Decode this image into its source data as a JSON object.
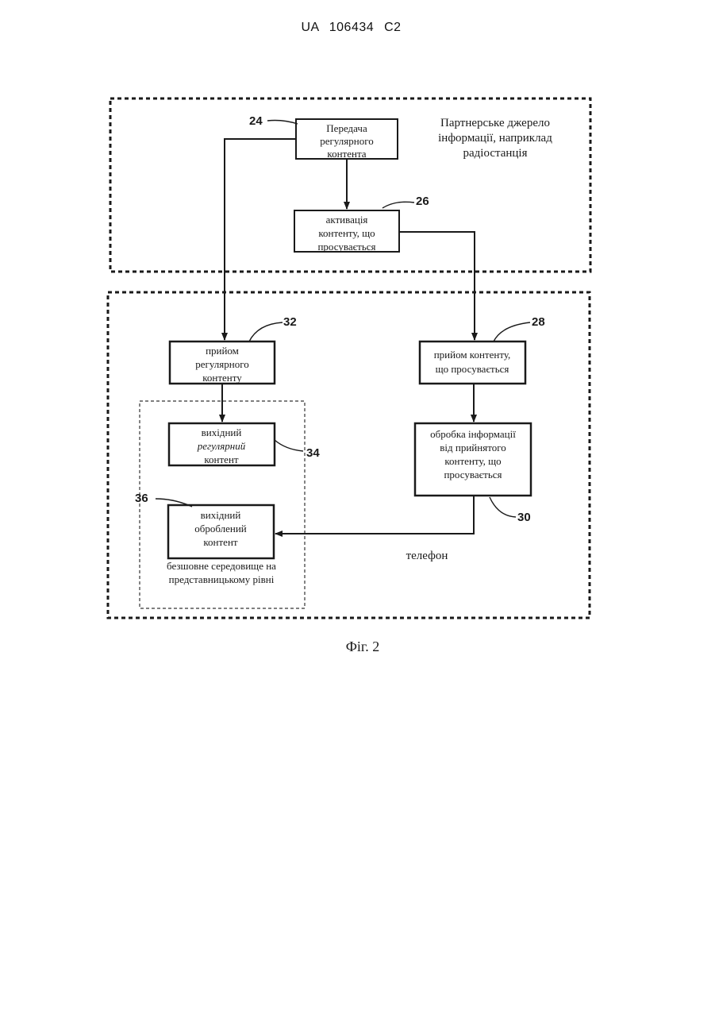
{
  "header": {
    "doc_id": "UA   106434   C2"
  },
  "regions": {
    "partner_label_line1": "Партнерське джерело",
    "partner_label_line2": "інформації, наприклад",
    "partner_label_line3": "радіостанція",
    "phone_label": "телефон",
    "environment_label_line1": "безшовне середовище на",
    "environment_label_line2": "представницькому рівні"
  },
  "boxes": {
    "b24": {
      "line1": "Передача",
      "line2": "регулярного",
      "line3": "контента",
      "ref": "24"
    },
    "b26": {
      "line1": "активація",
      "line2": "контенту, що",
      "line3": "просувається",
      "ref": "26"
    },
    "b32": {
      "line1": "прийом",
      "line2": "регулярного",
      "line3": "контенту",
      "ref": "32"
    },
    "b28": {
      "line1": "прийом контенту,",
      "line2": "що просувається",
      "ref": "28"
    },
    "b34": {
      "line1": "вихідний",
      "line2": "регулярний",
      "line3": "контент",
      "ref": "34"
    },
    "b30": {
      "line1": "обробка інформації",
      "line2": "від прийнятого",
      "line3": "контенту, що",
      "line4": "просувається",
      "ref": "30"
    },
    "b36": {
      "line1": "вихідний",
      "line2": "оброблений",
      "line3": "контент",
      "ref": "36"
    }
  },
  "caption": "Фіг. 2"
}
